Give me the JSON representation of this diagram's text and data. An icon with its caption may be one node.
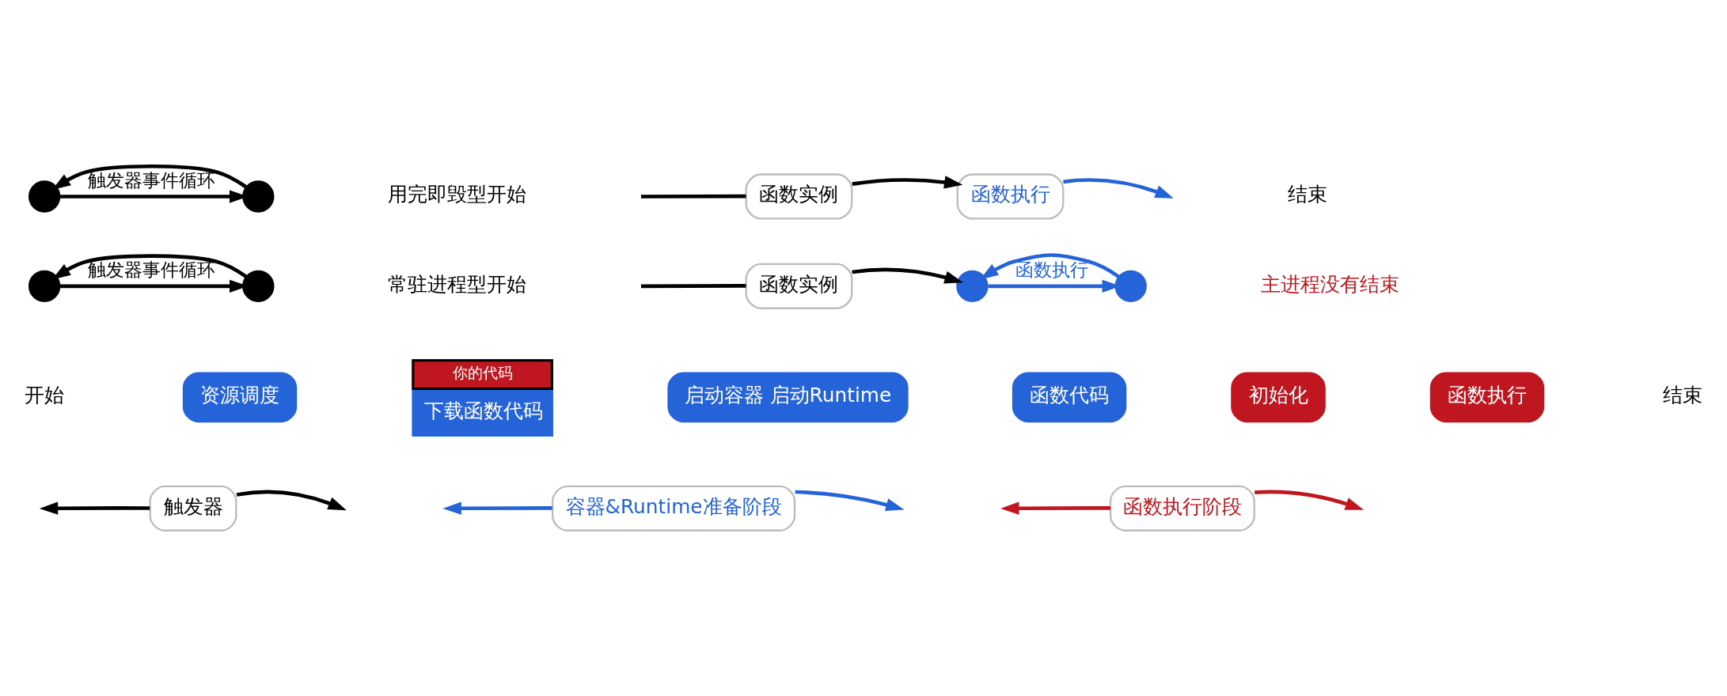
{
  "diagram": {
    "nodes": [
      {
        "text": [],
        "shape": "circle"
      },
      {
        "text": [],
        "shape": "circle"
      },
      {
        "text": [
          "用完即毁型开始"
        ]
      },
      {
        "text": [
          "函数实例"
        ]
      },
      {
        "text": [
          "函数执行"
        ]
      },
      {
        "text": [
          "结束"
        ]
      },
      {
        "text": [],
        "shape": "circle"
      },
      {
        "text": [],
        "shape": "circle"
      },
      {
        "text": [
          "常驻进程型开始"
        ]
      },
      {
        "text": [
          "函数实例"
        ]
      },
      {
        "text": [],
        "shape": "circle"
      },
      {
        "text": [],
        "shape": "circle"
      },
      {
        "text": [
          "主进程没有结束"
        ]
      },
      {
        "text": [
          "开始"
        ]
      },
      {
        "text": [
          "资源调度"
        ]
      },
      {
        "text": [
          "你的代码",
          "下载函数代码"
        ]
      },
      {
        "text": [
          "启动容器 启动Runtime"
        ]
      },
      {
        "text": [
          "函数代码"
        ]
      },
      {
        "text": [
          "初始化"
        ]
      },
      {
        "text": [
          "函数执行"
        ]
      },
      {
        "text": [
          "结束"
        ]
      },
      {
        "text": [
          "触发器"
        ]
      },
      {
        "text": [
          "容器&Runtime准备阶段"
        ]
      },
      {
        "text": [
          "函数执行阶段"
        ]
      }
    ],
    "edges": [
      {
        "from": 0,
        "to": 1,
        "arrow": "to",
        "label": "触发器事件循环"
      },
      {
        "from": 1,
        "to": 0,
        "arrow": "to"
      },
      {
        "from": null,
        "to": 3,
        "arrow": "none"
      },
      {
        "from": 3,
        "to": 4,
        "arrow": "to"
      },
      {
        "from": 4,
        "to": null,
        "arrow": "to",
        "color": "#2563d9"
      },
      {
        "from": 6,
        "to": 7,
        "arrow": "to",
        "label": "触发器事件循环"
      },
      {
        "from": 7,
        "to": 6,
        "arrow": "to"
      },
      {
        "from": null,
        "to": 9,
        "arrow": "none"
      },
      {
        "from": 9,
        "to": 10,
        "arrow": "to"
      },
      {
        "from": 10,
        "to": 11,
        "arrow": "to",
        "label": "函数执行",
        "color": "#2563d9"
      },
      {
        "from": 11,
        "to": 10,
        "arrow": "to",
        "color": "#2563d9"
      },
      {
        "from": 21,
        "to": null,
        "arrow": "to"
      },
      {
        "from": 21,
        "to": null,
        "arrow": "to"
      },
      {
        "from": 22,
        "to": null,
        "arrow": "to",
        "color": "#2563d9"
      },
      {
        "from": 22,
        "to": null,
        "arrow": "to",
        "color": "#2563d9"
      },
      {
        "from": 23,
        "to": null,
        "arrow": "to",
        "color": "#c0161f"
      },
      {
        "from": 23,
        "to": null,
        "arrow": "to",
        "color": "#c0161f"
      }
    ]
  }
}
